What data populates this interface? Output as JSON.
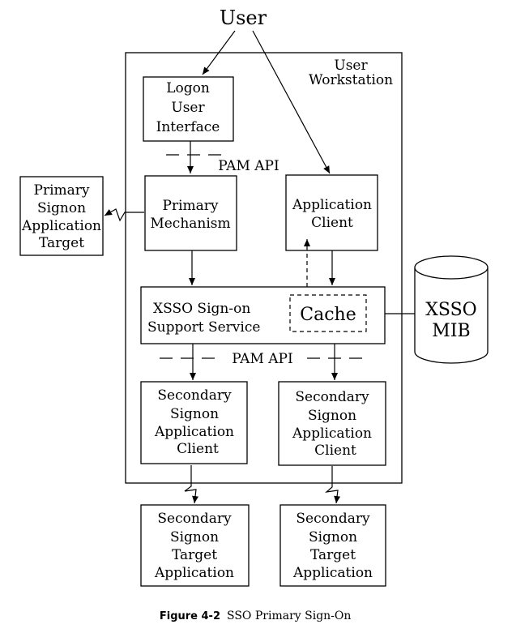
{
  "user": "User",
  "workstation": [
    "User",
    "Workstation"
  ],
  "logon_ui": [
    "Logon",
    "User",
    "Interface"
  ],
  "pam_api_top": "PAM API",
  "primary_target": [
    "Primary",
    "Signon",
    "Application",
    "Target"
  ],
  "primary_mechanism": [
    "Primary",
    "Mechanism"
  ],
  "application_client": [
    "Application",
    "Client"
  ],
  "xsso_service": [
    "XSSO Sign-on",
    "Support Service"
  ],
  "cache": "Cache",
  "xsso_mib": [
    "XSSO",
    "MIB"
  ],
  "pam_api_bottom": "PAM API",
  "secondary_client_1": [
    "Secondary",
    "Signon",
    "Application",
    "Client"
  ],
  "secondary_client_2": [
    "Secondary",
    "Signon",
    "Application",
    "Client"
  ],
  "secondary_target_1": [
    "Secondary",
    "Signon",
    "Target",
    "Application"
  ],
  "secondary_target_2": [
    "Secondary",
    "Signon",
    "Target",
    "Application"
  ],
  "caption": {
    "number": "Figure 4-2",
    "title": "SSO Primary Sign-On"
  }
}
